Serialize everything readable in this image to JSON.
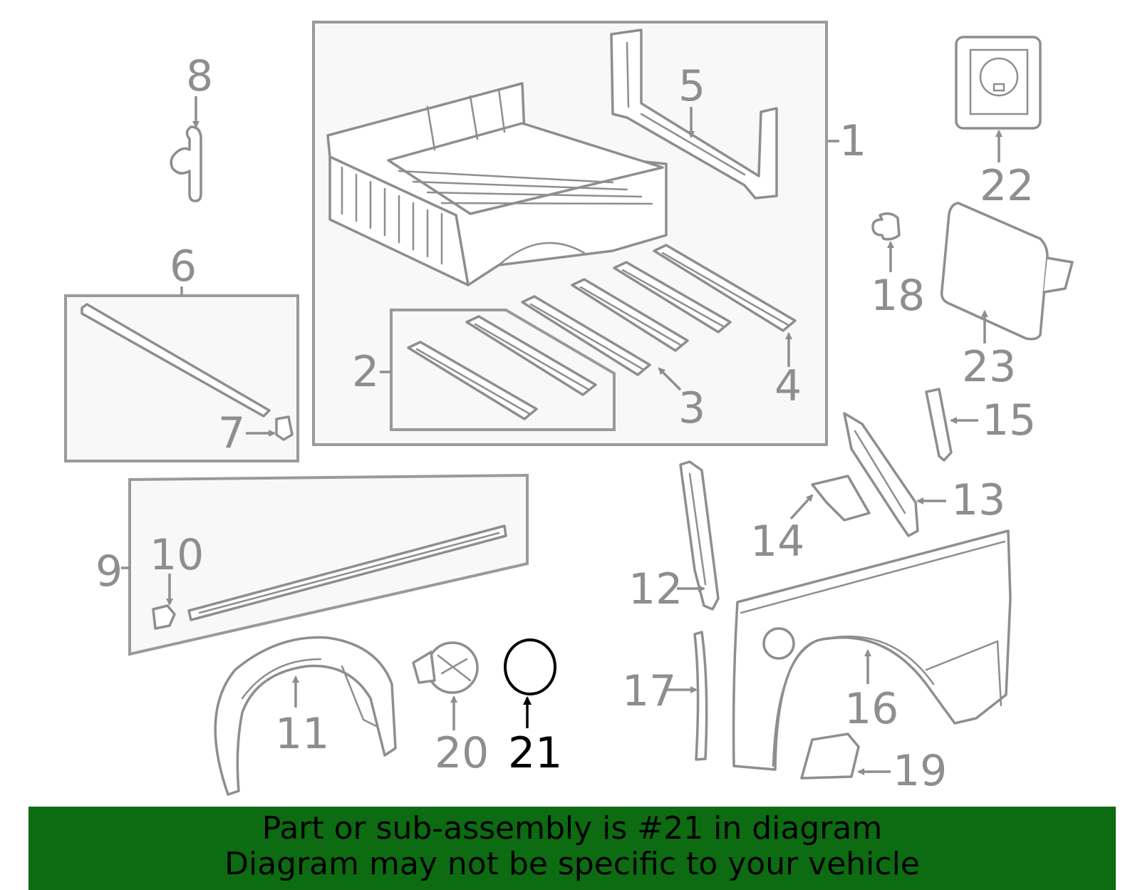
{
  "diagram": {
    "callouts": {
      "c1": "1",
      "c2": "2",
      "c3": "3",
      "c4": "4",
      "c5": "5",
      "c6": "6",
      "c7": "7",
      "c8": "8",
      "c9": "9",
      "c10": "10",
      "c11": "11",
      "c12": "12",
      "c13": "13",
      "c14": "14",
      "c15": "15",
      "c16": "16",
      "c17": "17",
      "c18": "18",
      "c19": "19",
      "c20": "20",
      "c21": "21",
      "c22": "22",
      "c23": "23"
    },
    "highlighted_part": "21",
    "colors": {
      "line": "#8e8e8e",
      "highlight": "#000000",
      "box_fill": "#f8f8f8"
    }
  },
  "banner": {
    "line1": "Part or sub-assembly is #21 in diagram",
    "line2": "Diagram may not be specific to your vehicle",
    "background": "#0d6b12"
  }
}
